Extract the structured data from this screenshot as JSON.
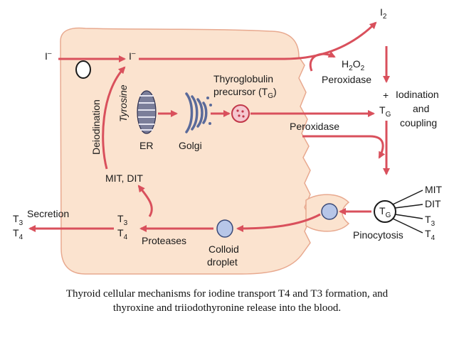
{
  "colors": {
    "cell_fill": "#fbe3cf",
    "cell_stroke": "#e8a98f",
    "arrow": "#d9505c",
    "vesicle": "#b7c6e8",
    "vesicle_stroke": "#3a4a78",
    "tg_precursor": "#f5c7cf"
  },
  "labels": {
    "iodide_outside": "I",
    "iodide_inside": "I",
    "iodide_charge": "–",
    "iodine": "I",
    "iodine_sub": "2",
    "h2o2_h": "H",
    "h2o2_sub1": "2",
    "h2o2_o": "O",
    "h2o2_sub2": "2",
    "peroxidase_top": "Peroxidase",
    "plus": "+",
    "tg_right": "T",
    "tg_right_sub": "G",
    "iodination": "Iodination",
    "and": "and",
    "coupling": "coupling",
    "deiodination": "Deiodination",
    "tyrosine": "Tyrosine",
    "er": "ER",
    "golgi": "Golgi",
    "thyroglobulin": "Thyroglobulin",
    "precursor": "precursor (T",
    "precursor_sub": "G",
    "precursor_close": ")",
    "peroxidase_mid": "Peroxidase",
    "mit_dit": "MIT, DIT",
    "secretion": "Secretion",
    "t3_out": "T",
    "t3_out_sub": "3",
    "t4_out": "T",
    "t4_out_sub": "4",
    "t3_in": "T",
    "t3_in_sub": "3",
    "t4_in": "T",
    "t4_in_sub": "4",
    "proteases": "Proteases",
    "colloid": "Colloid",
    "droplet": "droplet",
    "pinocytosis": "Pinocytosis",
    "tg_circle": "T",
    "tg_circle_sub": "G",
    "mit_r": "MIT",
    "dit_r": "DIT",
    "t3_r": "T",
    "t3_r_sub": "3",
    "t4_r": "T",
    "t4_r_sub": "4"
  },
  "caption_line1": "Thyroid cellular mechanisms for iodine transport T4 and T3 formation, and",
  "caption_line2": "thyroxine and triiodothyronine release into the blood."
}
